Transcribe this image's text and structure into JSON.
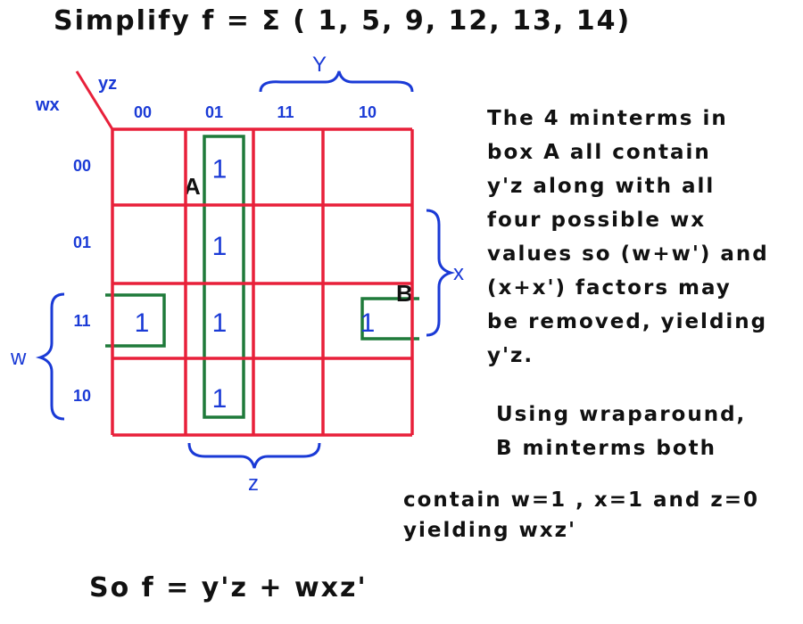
{
  "title": "Simplify  f =  Σ ( 1, 5, 9, 12, 13, 14)",
  "kmap": {
    "corner_row_var": "wx",
    "corner_col_var": "yz",
    "col_headers": [
      "00",
      "01",
      "11",
      "10"
    ],
    "row_headers": [
      "00",
      "01",
      "11",
      "10"
    ],
    "cells": [
      [
        "",
        "1",
        "",
        ""
      ],
      [
        "",
        "1",
        "",
        ""
      ],
      [
        "1",
        "1",
        "",
        "1"
      ],
      [
        "",
        "1",
        "",
        ""
      ]
    ],
    "group_labels": {
      "a": "A",
      "b": "B"
    },
    "brace_labels": {
      "y": "Y",
      "x": "x",
      "w": "w",
      "z": "z"
    },
    "colors": {
      "grid": "#e8203a",
      "group": "#1f7a3a",
      "labels": "#1a3ad6",
      "ink": "#111111"
    }
  },
  "explanation": {
    "lines": [
      "The 4 minterms in",
      "box A all contain",
      "y'z  along with all",
      "four possible wx",
      "values so (w+w') and",
      "(x+x') factors may",
      "be removed, yielding",
      "y'z."
    ],
    "wrap_lines": [
      "Using wraparound,",
      "B minterms both"
    ],
    "contain_lines": [
      "contain  w=1 , x=1 and z=0",
      "yielding  wxz'"
    ]
  },
  "conclusion": "So    f = y'z + wxz'"
}
